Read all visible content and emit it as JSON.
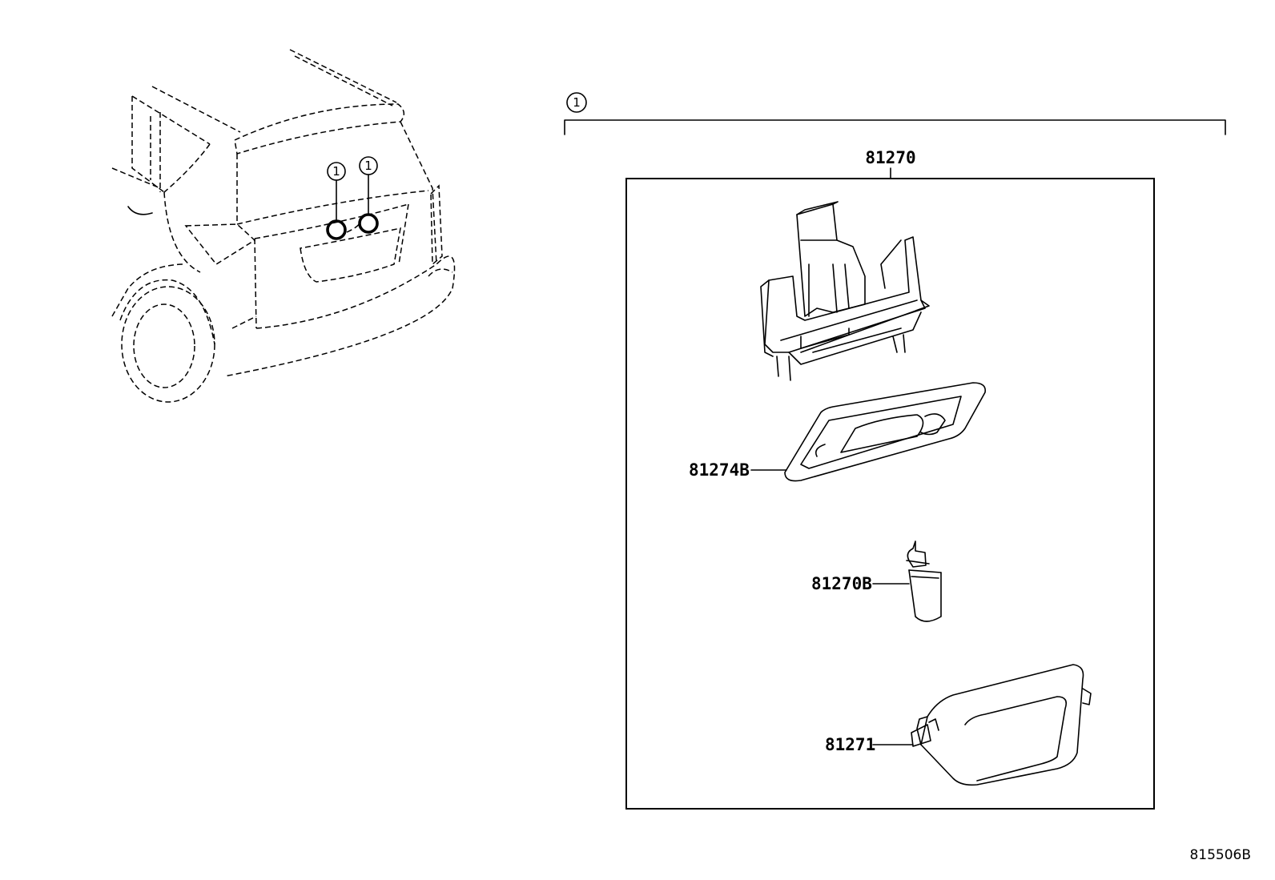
{
  "callouts": {
    "ref": "1"
  },
  "parts": {
    "assembly": "81270",
    "lens": "81274B",
    "bulb": "81270B",
    "cover": "81271"
  },
  "diagram_id": "815506B"
}
